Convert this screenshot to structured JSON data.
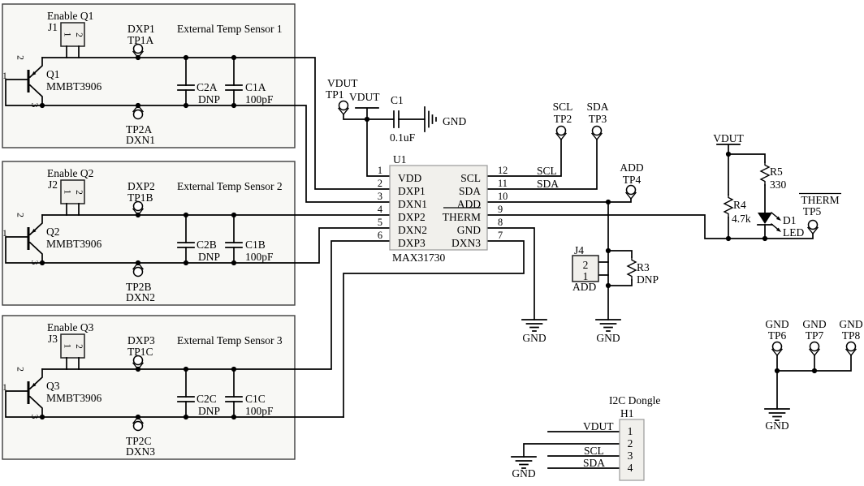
{
  "blocks": [
    {
      "enable": "Enable Q1",
      "jumper": "J1",
      "jp1": "1",
      "jp2": "2",
      "q": "Q1",
      "part": "MMBT3906",
      "qp1": "1",
      "qp2": "2",
      "qp3": "3",
      "tp_top_net": "DXP1",
      "tp_top": "TP1A",
      "tp_bot": "TP2A",
      "tp_bot_net": "DXN1",
      "c2": "C2A",
      "c2v": "DNP",
      "c1": "C1A",
      "c1v": "100pF",
      "title": "External Temp Sensor 1"
    },
    {
      "enable": "Enable Q2",
      "jumper": "J2",
      "jp1": "1",
      "jp2": "2",
      "q": "Q2",
      "part": "MMBT3906",
      "qp1": "1",
      "qp2": "2",
      "qp3": "3",
      "tp_top_net": "DXP2",
      "tp_top": "TP1B",
      "tp_bot": "TP2B",
      "tp_bot_net": "DXN2",
      "c2": "C2B",
      "c2v": "DNP",
      "c1": "C1B",
      "c1v": "100pF",
      "title": "External Temp Sensor 2"
    },
    {
      "enable": "Enable Q3",
      "jumper": "J3",
      "jp1": "1",
      "jp2": "2",
      "q": "Q3",
      "part": "MMBT3906",
      "qp1": "1",
      "qp2": "2",
      "qp3": "3",
      "tp_top_net": "DXP3",
      "tp_top": "TP1C",
      "tp_bot": "TP2C",
      "tp_bot_net": "DXN3",
      "c2": "C2C",
      "c2v": "DNP",
      "c1": "C1C",
      "c1v": "100pF",
      "title": "External Temp Sensor 3"
    }
  ],
  "power": {
    "tp1_net": "VDUT",
    "tp1": "TP1",
    "flag": "VDUT",
    "c1": "C1",
    "c1v": "0.1uF",
    "gnd": "GND"
  },
  "u1": {
    "ref": "U1",
    "part": "MAX31730",
    "left_pins": [
      {
        "n": "1",
        "name": "VDD"
      },
      {
        "n": "2",
        "name": "DXP1"
      },
      {
        "n": "3",
        "name": "DXN1"
      },
      {
        "n": "4",
        "name": "DXP2"
      },
      {
        "n": "5",
        "name": "DXN2"
      },
      {
        "n": "6",
        "name": "DXP3"
      }
    ],
    "right_pins": [
      {
        "n": "12",
        "name": "SCL"
      },
      {
        "n": "11",
        "name": "SDA"
      },
      {
        "n": "10",
        "name": "ADD"
      },
      {
        "n": "9",
        "name": "THERM"
      },
      {
        "n": "8",
        "name": "GND"
      },
      {
        "n": "7",
        "name": "DXN3"
      }
    ]
  },
  "nets": {
    "scl": "SCL",
    "sda": "SDA"
  },
  "tps": {
    "tp2_net": "SCL",
    "tp2": "TP2",
    "tp3_net": "SDA",
    "tp3": "TP3",
    "tp4_net": "ADD",
    "tp4": "TP4",
    "tp5_net": "THERM",
    "tp5": "TP5"
  },
  "j4": {
    "ref": "J4",
    "p2": "2",
    "p1": "1",
    "net": "ADD",
    "r3": "R3",
    "r3v": "DNP",
    "gnd": "GND"
  },
  "u1_gnd": "GND",
  "right": {
    "flag": "VDUT",
    "r4": "R4",
    "r4v": "4.7k",
    "r5": "R5",
    "r5v": "330",
    "d1": "D1",
    "d1v": "LED"
  },
  "h1": {
    "title": "I2C Dongle",
    "ref": "H1",
    "pins": [
      "1",
      "2",
      "3",
      "4"
    ],
    "net1": "VDUT",
    "net3": "SCL",
    "net4": "SDA",
    "gnd": "GND"
  },
  "gnd_tps": {
    "items": [
      {
        "net": "GND",
        "ref": "TP6"
      },
      {
        "net": "GND",
        "ref": "TP7"
      },
      {
        "net": "GND",
        "ref": "TP8"
      }
    ],
    "gnd": "GND"
  },
  "colors": {
    "wire": "#000000",
    "block_fill": "#f8f8f5",
    "component_fill": "#f1f0ec"
  }
}
